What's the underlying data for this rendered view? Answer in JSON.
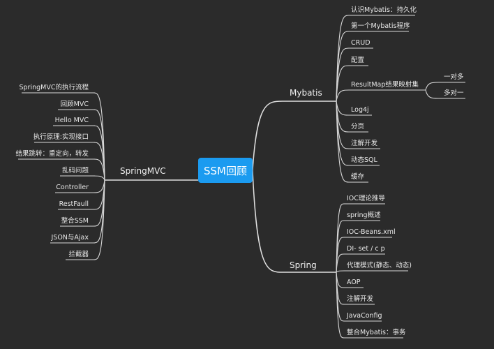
{
  "center": "SSM回顾",
  "branches": {
    "mybatis": {
      "label": "Mybatis",
      "items": [
        "认识Mybatis：持久化",
        "第一个Mybatis程序",
        "CRUD",
        "配置",
        "ResultMap结果映射集",
        "Log4j",
        "分页",
        "注解开发",
        "动态SQL",
        "缓存"
      ],
      "resultmap_children": [
        "一对多",
        "多对一"
      ]
    },
    "spring": {
      "label": "Spring",
      "items": [
        "IOC理论推导",
        "spring概述",
        "IOC-Beans.xml",
        "DI- set / c p",
        "代理模式(静态、动态)",
        "AOP",
        "注解开发",
        "JavaConfig",
        "整合Mybatis：事务"
      ]
    },
    "springmvc": {
      "label": "SpringMVC",
      "items": [
        "SpringMVC的执行流程",
        "回顾MVC",
        "Hello MVC",
        "执行原理:实现接口",
        "结果跳转：重定向，转发",
        "乱码问题",
        "Controller",
        "RestFaull",
        "整合SSM",
        "JSON与Ajax",
        "拦截器"
      ]
    },
    "accent_color": "#1b9bf0"
  }
}
